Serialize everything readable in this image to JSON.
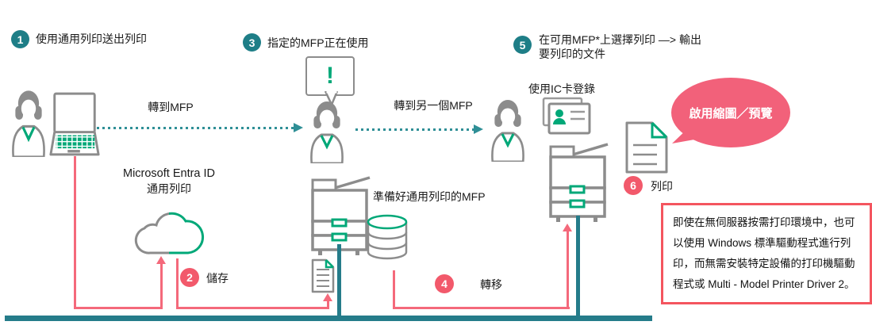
{
  "steps": [
    {
      "num": "1",
      "label": "使用通用列印送出列印"
    },
    {
      "num": "2",
      "label": "儲存"
    },
    {
      "num": "3",
      "label": "指定的MFP正在使用"
    },
    {
      "num": "4",
      "label": "轉移"
    },
    {
      "num": "5",
      "label1": "在可用MFP*上選擇列印 —> 輸出",
      "label2": "要列印的文件"
    },
    {
      "num": "6",
      "label": "列印"
    }
  ],
  "labels": {
    "to_mfp": "轉到MFP",
    "to_another_mfp": "轉到另一個MFP",
    "entra_id": "Microsoft Entra ID",
    "universal_print": "通用列印",
    "ready_mfp": "準備好通用列印的MFP",
    "ic_card_login": "使用IC卡登錄",
    "exclamation": "!",
    "thumbnail_bubble": "啟用縮圖／預覽"
  },
  "note": {
    "text": "即使在無伺服器按需打印環境中，也可以使用 Windows 標準驅動程式進行列印，而無需安裝特定設備的打印機驅動程式或 Multi - Model Printer Driver 2。"
  },
  "colors": {
    "teal": "#1E7E87",
    "teal_line": "#257C8A",
    "green": "#00A878",
    "pink_circle": "#F2596B",
    "pink_line": "#F4697B",
    "bubble_pink": "#F2617A",
    "note_border": "#F4555F",
    "icon_gray": "#8C8C8C"
  }
}
